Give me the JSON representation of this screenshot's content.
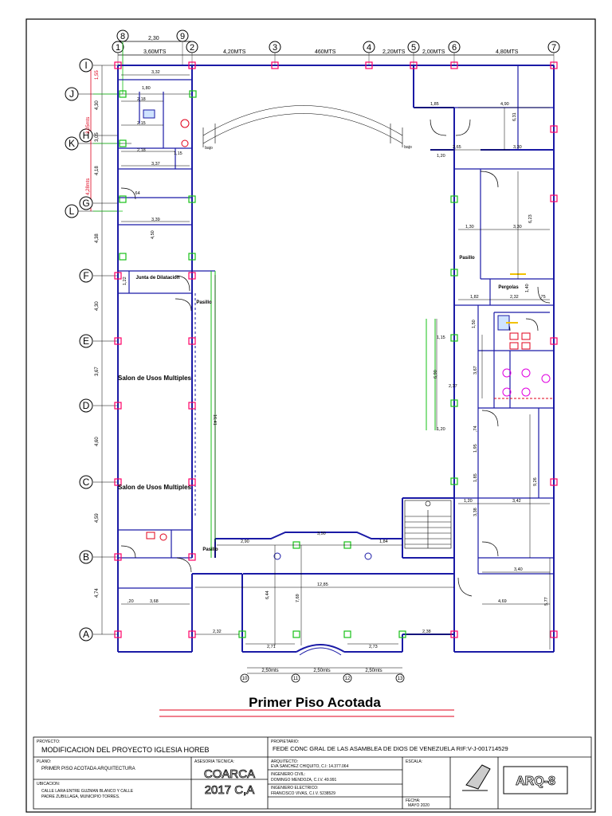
{
  "title": "Primer Piso Acotada",
  "axes": {
    "cols": [
      "8",
      "1",
      "9",
      "2",
      "3",
      "4",
      "5",
      "6",
      "7"
    ],
    "rows": [
      "I",
      "J",
      "H",
      "K",
      "G",
      "L",
      "F",
      "E",
      "D",
      "C",
      "B",
      "A"
    ],
    "bottom": [
      "10",
      "11",
      "12",
      "13"
    ]
  },
  "top_dims": [
    "2,30",
    "3,60MTS",
    "4,20MTS",
    "460MTS",
    "2,20MTS",
    "2,00MTS",
    "4,80MTS"
  ],
  "left_dims": [
    "1,55",
    "4,30",
    "3,05",
    "4,18",
    "4,38",
    "4,30",
    "3,67",
    "4,60",
    "4,59",
    "4,74"
  ],
  "left_red_dims": [
    "3,05mts",
    "4,28mts"
  ],
  "bottom_dims": [
    "2,50mts",
    "2,50mts",
    "2,50mts"
  ],
  "room_labels": {
    "junta": "Junta de Dilatacion",
    "pasillo1": "Pasillo",
    "pasillo2": "Pasillo",
    "pasillo3": "Pasillo",
    "salon1": "Salon de Usos Multiples",
    "salon2": "Salon de Usos Multiples",
    "pergolas": "Pergolas",
    "bajo1": "bajo",
    "bajo2": "bajo"
  },
  "dims_inside": {
    "d1": "3,32",
    "d2": "1,80",
    "d3": "2,18",
    "d4": "2,15",
    "d5": "2,18",
    "d6": "3,37",
    "d7": "1,15",
    "d8": ",64",
    "d9": "3,39",
    "d10": "4,50",
    "d11": "1,22",
    "d12": "1,85",
    "d13": "4,90",
    "d14": "6,31",
    "d15": "2,65",
    "d16": "3,30",
    "d17": "1,20",
    "d18": "1,30",
    "d19": "3,30",
    "d20": "6,23",
    "d21": "1,40",
    "d22": "1,82",
    "d23": "2,32",
    "d24": ",75",
    "d25": "1,50",
    "d26": "1,15",
    "d27": "6,90",
    "d28": "2,37",
    "d29": "3,67",
    "d30": "1,20",
    "d31": "1,95",
    "d32": "1,20",
    "d33": "3,42",
    "d34": "3,38",
    "d35": "9,26",
    "d36": "3,40",
    "d37": "4,69",
    "d38": "2,90",
    "d39": "3,50",
    "d40": "1,84",
    "d41": "12,85",
    "d42": "6,44",
    "d43": "7,69",
    "d44": "3,68",
    "d45": "2,32",
    "d46": "2,71",
    "d47": "2,73",
    "d48": "2,38",
    "d49": "16,41",
    "d50": ",20",
    "d51": "5,77",
    "d52": "1,85",
    "d53": ",74"
  },
  "titleblock": {
    "proyecto_lbl": "PROYECTO:",
    "proyecto": "MODIFICACION DEL PROYECTO IGLESIA HOREB",
    "propietario_lbl": "PROPIETARIO:",
    "propietario": "FEDE  CONC GRAL DE LAS ASAMBLEA DE DIOS DE VENEZUELA RIF:V-J-001714529",
    "plano_lbl": "PLANO:",
    "plano": "PRIMER PISO ACOTADA   ARQUITECTURA",
    "asesoria_lbl": "ASESORIA TECNICA:",
    "coarca1": "COARCA",
    "coarca2": "2017 C,A",
    "arq_lbl": "ARQUITECTO:",
    "arq": "EVA SANCHEZ CHIQUITO, C.I: 14.377.064",
    "escala_lbl": "ESCALA:",
    "civil_lbl": "INGENIERO CIVIL:",
    "civil": "DOMINGO MENDOZA, C.I.V. 49.991",
    "ubic_lbl": "UBICACION:",
    "ubic1": "CALLE LARA ENTRE GUZMAN BLANCO Y CALLE",
    "ubic2": "PADRE ZUBILLAGA, MUNICIPIO TORRES.",
    "elec_lbl": "INGENIERO ELECTRICO:",
    "elec": "FRANCISCO VIVAS, C.I.V. 5238529",
    "fecha_lbl": "FECHA:",
    "fecha": "MAYO 2020",
    "sheet": "ARQ-8"
  },
  "colors": {
    "wall": "#1a1aa6",
    "dim": "#000000",
    "axis": "#1a1aa6",
    "grid_col": "#ff0066",
    "green": "#17c017",
    "red": "#e0001b",
    "magenta": "#e000e0"
  }
}
